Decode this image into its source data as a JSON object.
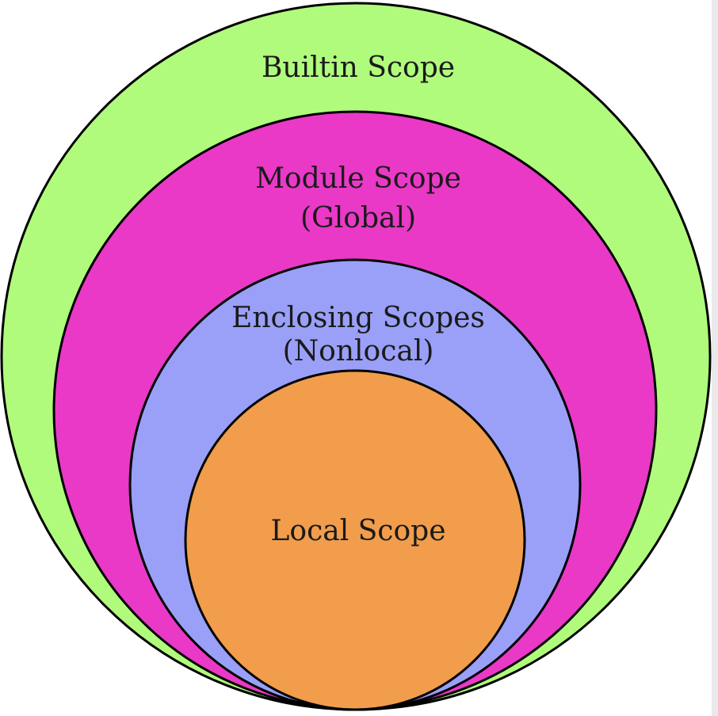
{
  "diagram": {
    "scopes": [
      {
        "key": "builtin",
        "line1": "Builtin Scope",
        "line2": "",
        "color": "#b0fb7c"
      },
      {
        "key": "module",
        "line1": "Module Scope",
        "line2": "(Global)",
        "color": "#e939c6"
      },
      {
        "key": "enclosing",
        "line1": "Enclosing Scopes",
        "line2": "(Nonlocal)",
        "color": "#9aa0f7"
      },
      {
        "key": "local",
        "line1": "Local Scope",
        "line2": "",
        "color": "#f19d4c"
      }
    ],
    "outline_color": "#000000"
  }
}
